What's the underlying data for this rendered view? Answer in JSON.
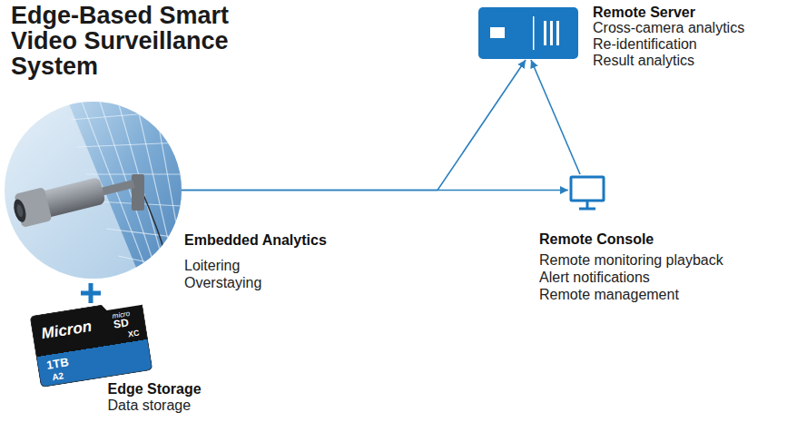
{
  "diagram": {
    "title": "Edge-Based Smart Video Surveillance System",
    "nodes": [
      {
        "text": [
          "Embedded Analytics",
          "Loitering",
          "Overstaying"
        ]
      },
      {
        "text": [
          "Edge Storage",
          "Data storage"
        ]
      },
      {
        "text": [
          "Remote Server",
          "Cross-camera analytics",
          "Re-identification",
          "Result analytics"
        ]
      },
      {
        "text": [
          "Remote Console",
          "Remote monitoring playback",
          "Alert notifications",
          "Remote management"
        ]
      }
    ],
    "edges": [
      {
        "from": 0,
        "to": 2,
        "arrow": "to"
      },
      {
        "from": 0,
        "to": 3,
        "arrow": "to"
      },
      {
        "from": 3,
        "to": 2,
        "arrow": "to"
      }
    ],
    "labels": [
      "Micron",
      "micro",
      "SD",
      "XC",
      "1TB",
      "A2"
    ]
  }
}
